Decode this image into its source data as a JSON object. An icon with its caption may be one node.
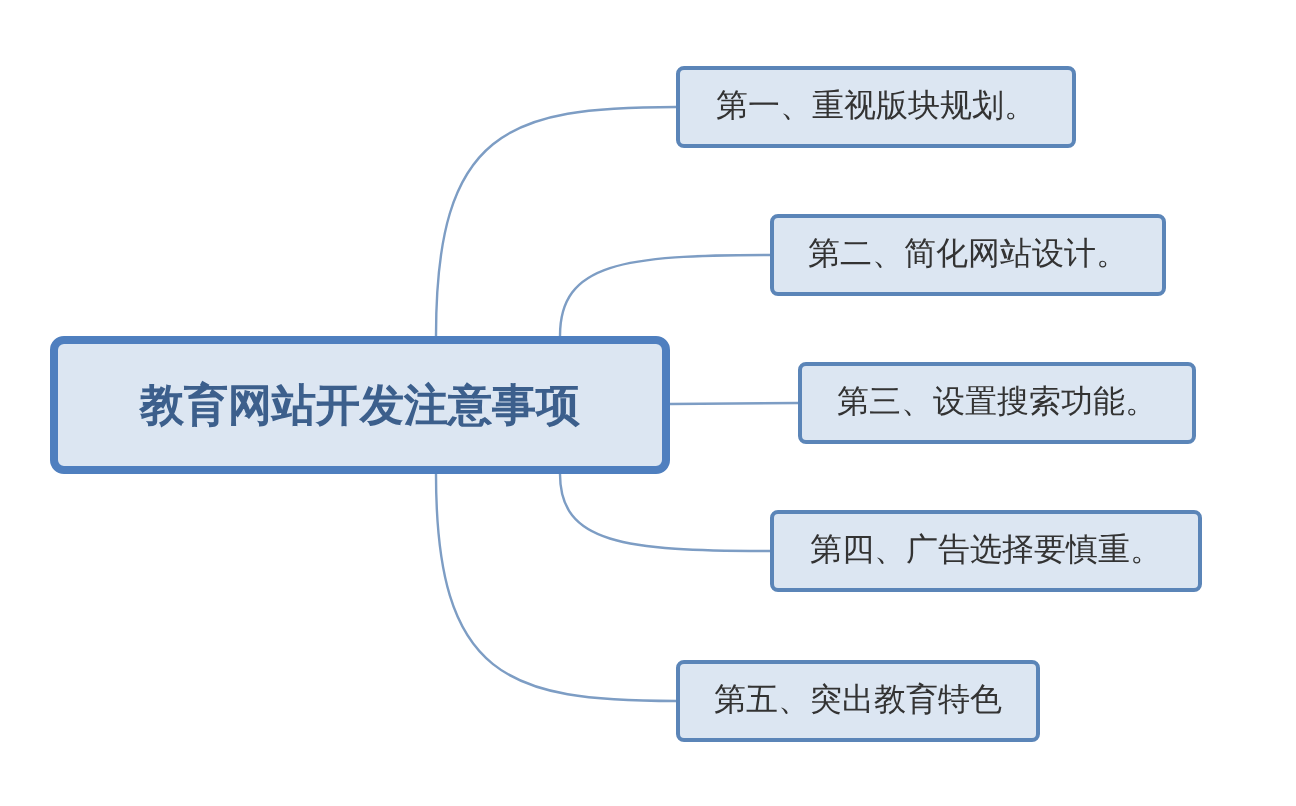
{
  "diagram": {
    "nodes": [
      {
        "text": [
          "教育网站开发注意事项"
        ]
      },
      {
        "text": [
          "第一、重视版块规划。"
        ]
      },
      {
        "text": [
          "第二、简化网站设计。"
        ]
      },
      {
        "text": [
          "第三、设置搜索功能。"
        ]
      },
      {
        "text": [
          "第四、广告选择要慎重。"
        ]
      },
      {
        "text": [
          "第五、突出教育特色"
        ]
      }
    ],
    "edges": [
      {
        "from": 0,
        "to": 1,
        "arrow": "none"
      },
      {
        "from": 0,
        "to": 2,
        "arrow": "none"
      },
      {
        "from": 0,
        "to": 3,
        "arrow": "none"
      },
      {
        "from": 0,
        "to": 4,
        "arrow": "none"
      },
      {
        "from": 0,
        "to": 5,
        "arrow": "none"
      }
    ]
  }
}
